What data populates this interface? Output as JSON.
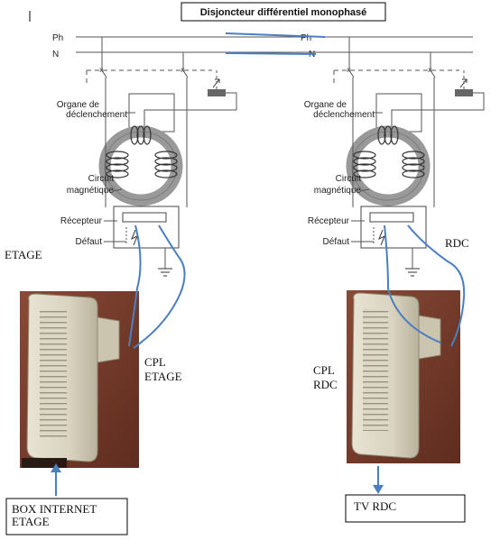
{
  "title": "Disjoncteur différentiel monophasé",
  "lines": {
    "phase": "Ph",
    "neutral": "N"
  },
  "left": {
    "labels": {
      "organe": [
        "Organe de",
        "déclenchement"
      ],
      "circuit": [
        "Circuit",
        "magnétique"
      ],
      "recepteur": "Récepteur",
      "defaut": "Défaut"
    },
    "floor_label": "ETAGE",
    "cpl_label": [
      "CPL",
      "ETAGE"
    ],
    "box_label": [
      "BOX INTERNET",
      "ETAGE"
    ]
  },
  "right": {
    "labels": {
      "organe": [
        "Organe de",
        "déclenchement"
      ],
      "circuit": [
        "Circuit",
        "magnétique"
      ],
      "recepteur": "Récepteur",
      "defaut": "Défaut"
    },
    "floor_label": "RDC",
    "cpl_label": [
      "CPL",
      "RDC"
    ],
    "box_label": [
      "TV RDC"
    ]
  },
  "colors": {
    "wire_blue": "#4a7fc1",
    "toroid": "#8c8c8c",
    "device_bg": "#7a3b2a"
  }
}
